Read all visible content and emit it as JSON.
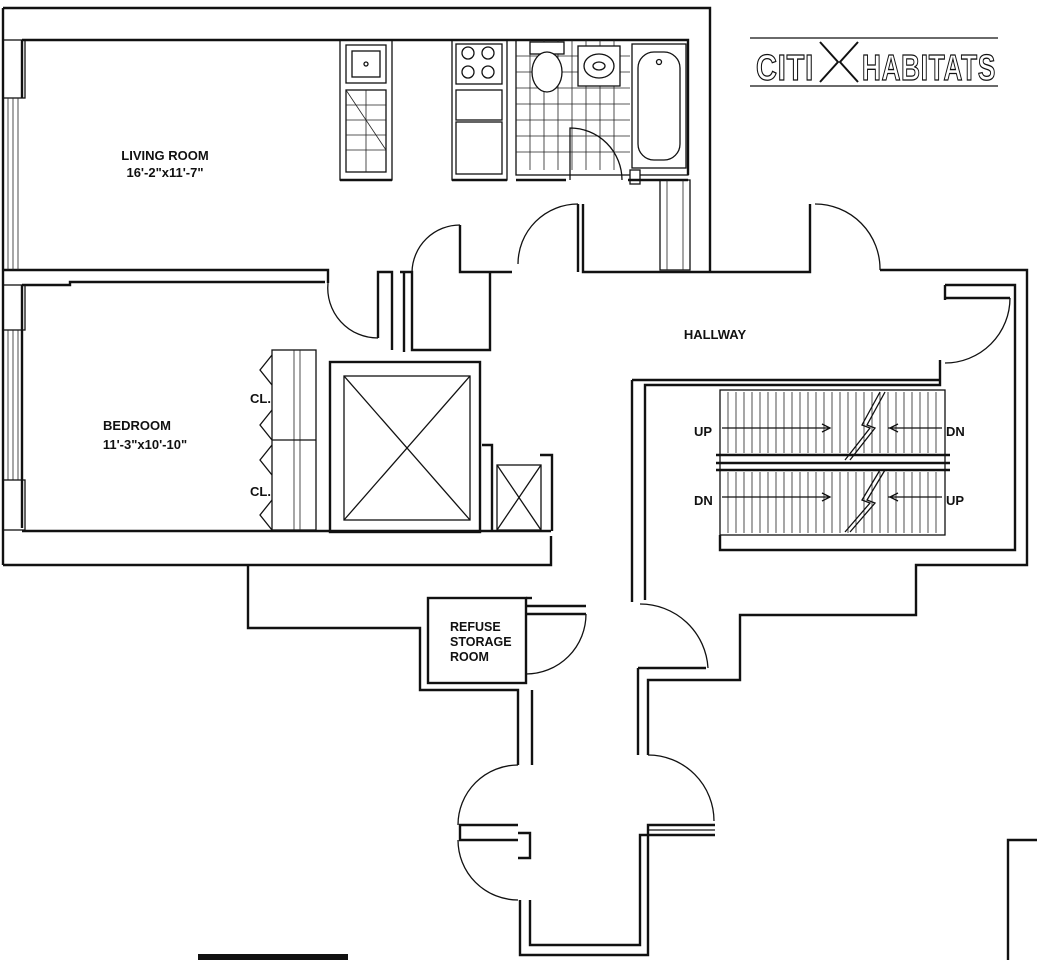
{
  "rooms": {
    "living": {
      "name": "LIVING ROOM",
      "size": "16'-2\"x11'-7\""
    },
    "bedroom": {
      "name": "BEDROOM",
      "size": "11'-3\"x10'-10\""
    },
    "hallway": {
      "name": "HALLWAY"
    },
    "refuse": {
      "line1": "REFUSE",
      "line2": "STORAGE",
      "line3": "ROOM"
    }
  },
  "closet_label": "CL.",
  "stairs": {
    "up": "UP",
    "down": "DN"
  },
  "logo": {
    "left": "CITI",
    "right": "HABITATS"
  }
}
